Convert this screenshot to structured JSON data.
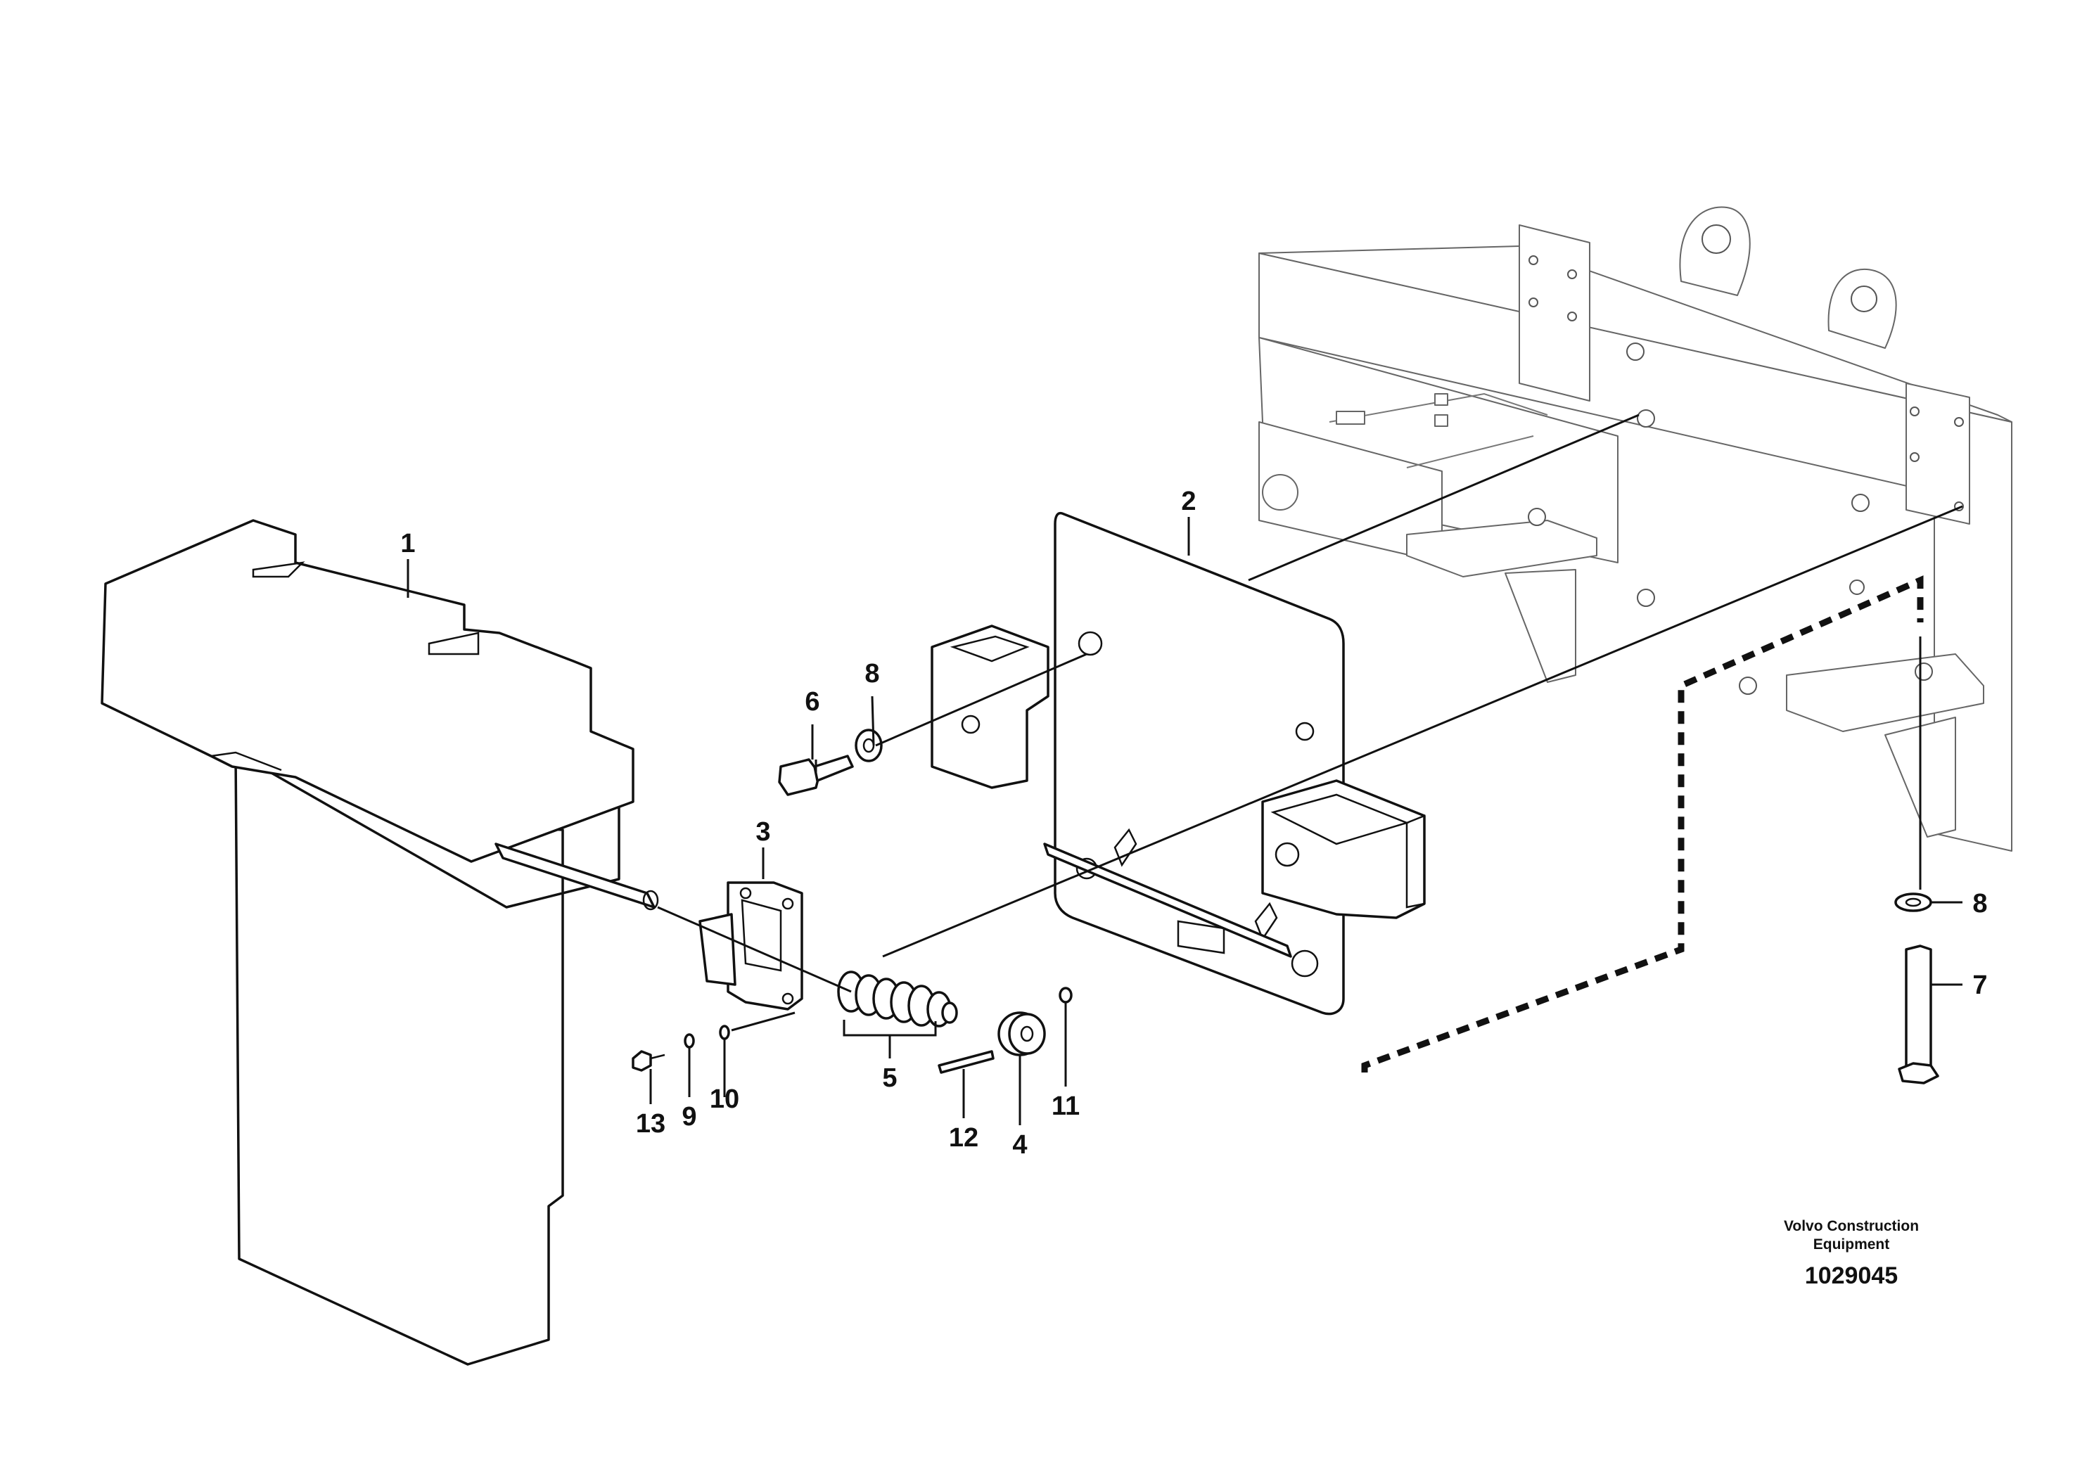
{
  "diagram": {
    "callouts": [
      "1",
      "2",
      "3",
      "4",
      "5",
      "6",
      "7",
      "8",
      "8",
      "9",
      "10",
      "11",
      "12",
      "13"
    ],
    "publisher_line1": "Volvo Construction",
    "publisher_line2": "Equipment",
    "illustration_number": "1029045"
  }
}
